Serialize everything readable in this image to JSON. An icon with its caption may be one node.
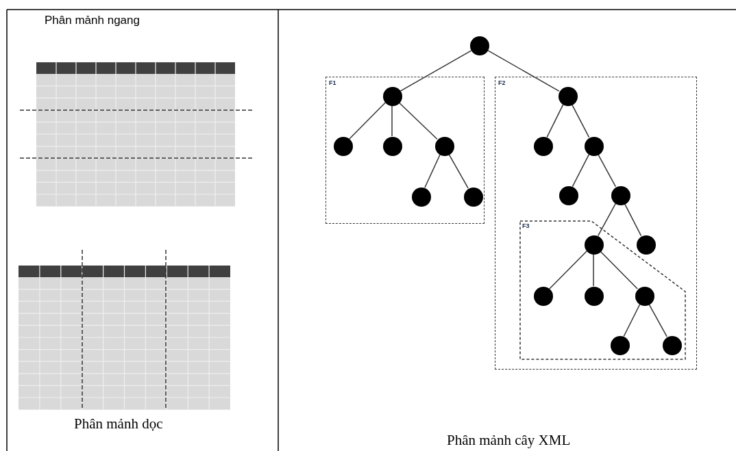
{
  "diagram": {
    "nodes": [
      {
        "text": [],
        "shape": "circle"
      },
      {
        "text": [
          "F1"
        ]
      },
      {
        "text": [],
        "shape": "circle",
        "in": 1
      },
      {
        "text": [],
        "shape": "circle",
        "in": 1
      },
      {
        "text": [],
        "shape": "circle",
        "in": 1
      },
      {
        "text": [],
        "shape": "circle",
        "in": 1
      },
      {
        "text": [],
        "shape": "circle",
        "in": 1
      },
      {
        "text": [],
        "shape": "circle",
        "in": 1
      },
      {
        "text": [
          "F2"
        ]
      },
      {
        "text": [],
        "shape": "circle",
        "in": 8
      },
      {
        "text": [],
        "shape": "circle",
        "in": 8
      },
      {
        "text": [],
        "shape": "circle",
        "in": 8
      },
      {
        "text": [],
        "shape": "circle",
        "in": 8
      },
      {
        "text": [],
        "shape": "circle",
        "in": 8
      },
      {
        "text": [],
        "shape": "circle",
        "in": 8
      },
      {
        "text": [
          "F3"
        ],
        "in": 8
      },
      {
        "text": [],
        "shape": "circle",
        "in": 15
      },
      {
        "text": [],
        "shape": "circle",
        "in": 15
      },
      {
        "text": [],
        "shape": "circle",
        "in": 15
      },
      {
        "text": [],
        "shape": "circle",
        "in": 15
      },
      {
        "text": [],
        "shape": "circle",
        "in": 15
      },
      {
        "text": [],
        "shape": "circle",
        "in": 15
      }
    ],
    "edges": [
      {
        "from": 0,
        "to": 2,
        "arrow": "none"
      },
      {
        "from": 0,
        "to": 9,
        "arrow": "none"
      },
      {
        "from": 2,
        "to": 3,
        "arrow": "none"
      },
      {
        "from": 2,
        "to": 4,
        "arrow": "none"
      },
      {
        "from": 2,
        "to": 5,
        "arrow": "none"
      },
      {
        "from": 5,
        "to": 6,
        "arrow": "none"
      },
      {
        "from": 5,
        "to": 7,
        "arrow": "none"
      },
      {
        "from": 9,
        "to": 10,
        "arrow": "none"
      },
      {
        "from": 9,
        "to": 11,
        "arrow": "none"
      },
      {
        "from": 11,
        "to": 12,
        "arrow": "none"
      },
      {
        "from": 11,
        "to": 13,
        "arrow": "none"
      },
      {
        "from": 13,
        "to": 16,
        "arrow": "none"
      },
      {
        "from": 13,
        "to": 14,
        "arrow": "none"
      },
      {
        "from": 16,
        "to": 17,
        "arrow": "none"
      },
      {
        "from": 16,
        "to": 18,
        "arrow": "none"
      },
      {
        "from": 16,
        "to": 19,
        "arrow": "none"
      },
      {
        "from": 19,
        "to": 20,
        "arrow": "none"
      },
      {
        "from": 19,
        "to": 21,
        "arrow": "none"
      }
    ],
    "labels": [
      "Phân mảnh ngang",
      "Phân mảnh dọc",
      "Phân mảnh cây XML"
    ]
  }
}
